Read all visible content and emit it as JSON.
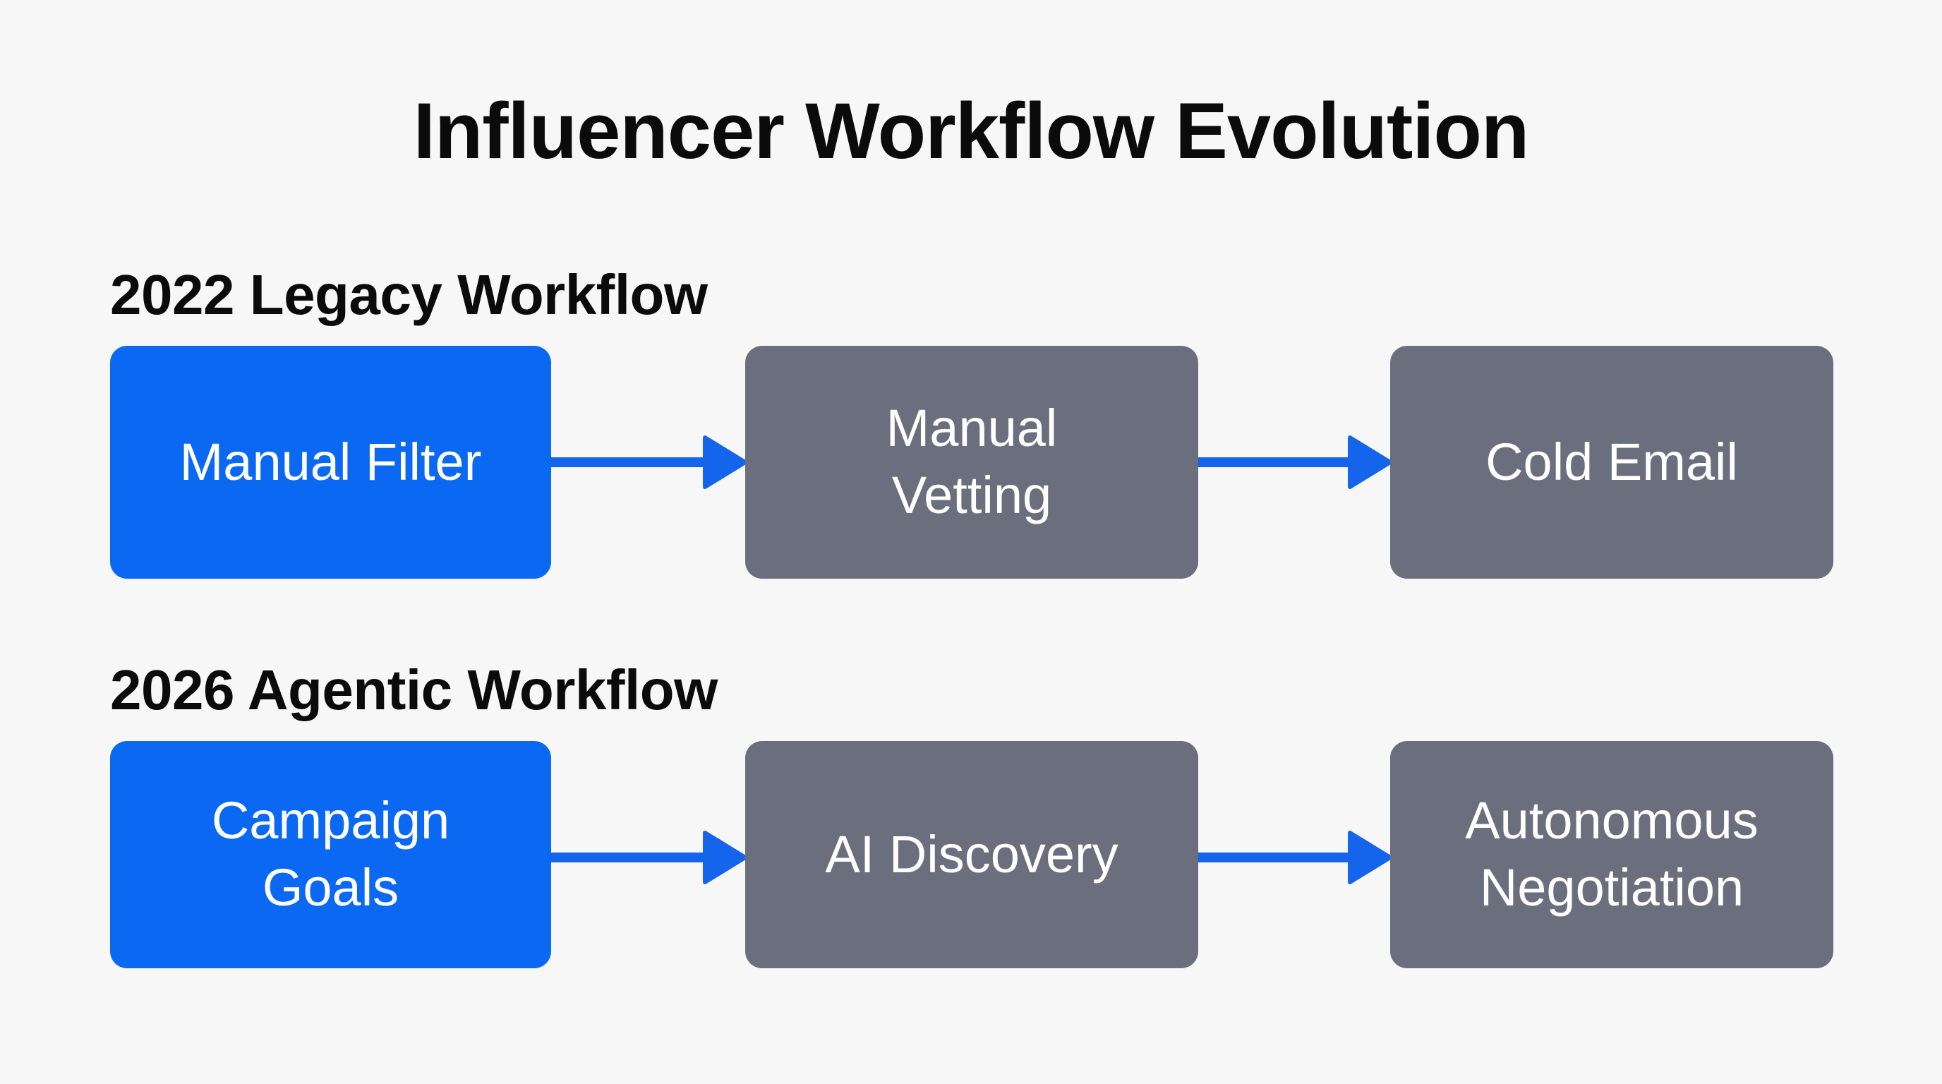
{
  "title": "Influencer Workflow Evolution",
  "colors": {
    "background": "#f7f7f7",
    "primary": "#0a68f2",
    "secondary": "#6b6e7d",
    "arrow": "#1565ec",
    "text_dark": "#0b0b0b",
    "text_light": "#ffffff"
  },
  "rows": [
    {
      "label": "2022 Legacy Workflow",
      "steps": [
        {
          "label": "Manual Filter",
          "style": "primary"
        },
        {
          "label": "Manual\nVetting",
          "style": "secondary"
        },
        {
          "label": "Cold Email",
          "style": "secondary"
        }
      ]
    },
    {
      "label": "2026 Agentic Workflow",
      "steps": [
        {
          "label": "Campaign\nGoals",
          "style": "primary"
        },
        {
          "label": "AI Discovery",
          "style": "secondary"
        },
        {
          "label": "Autonomous\nNegotiation",
          "style": "secondary"
        }
      ]
    }
  ]
}
